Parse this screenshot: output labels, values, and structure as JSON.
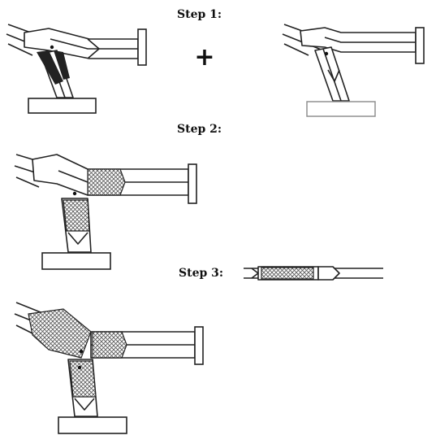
{
  "steps": {
    "step1_label": "Step 1:",
    "step2_label": "Step 2:",
    "step3_label": "Step 3:"
  },
  "symbols": {
    "plus": "+"
  }
}
